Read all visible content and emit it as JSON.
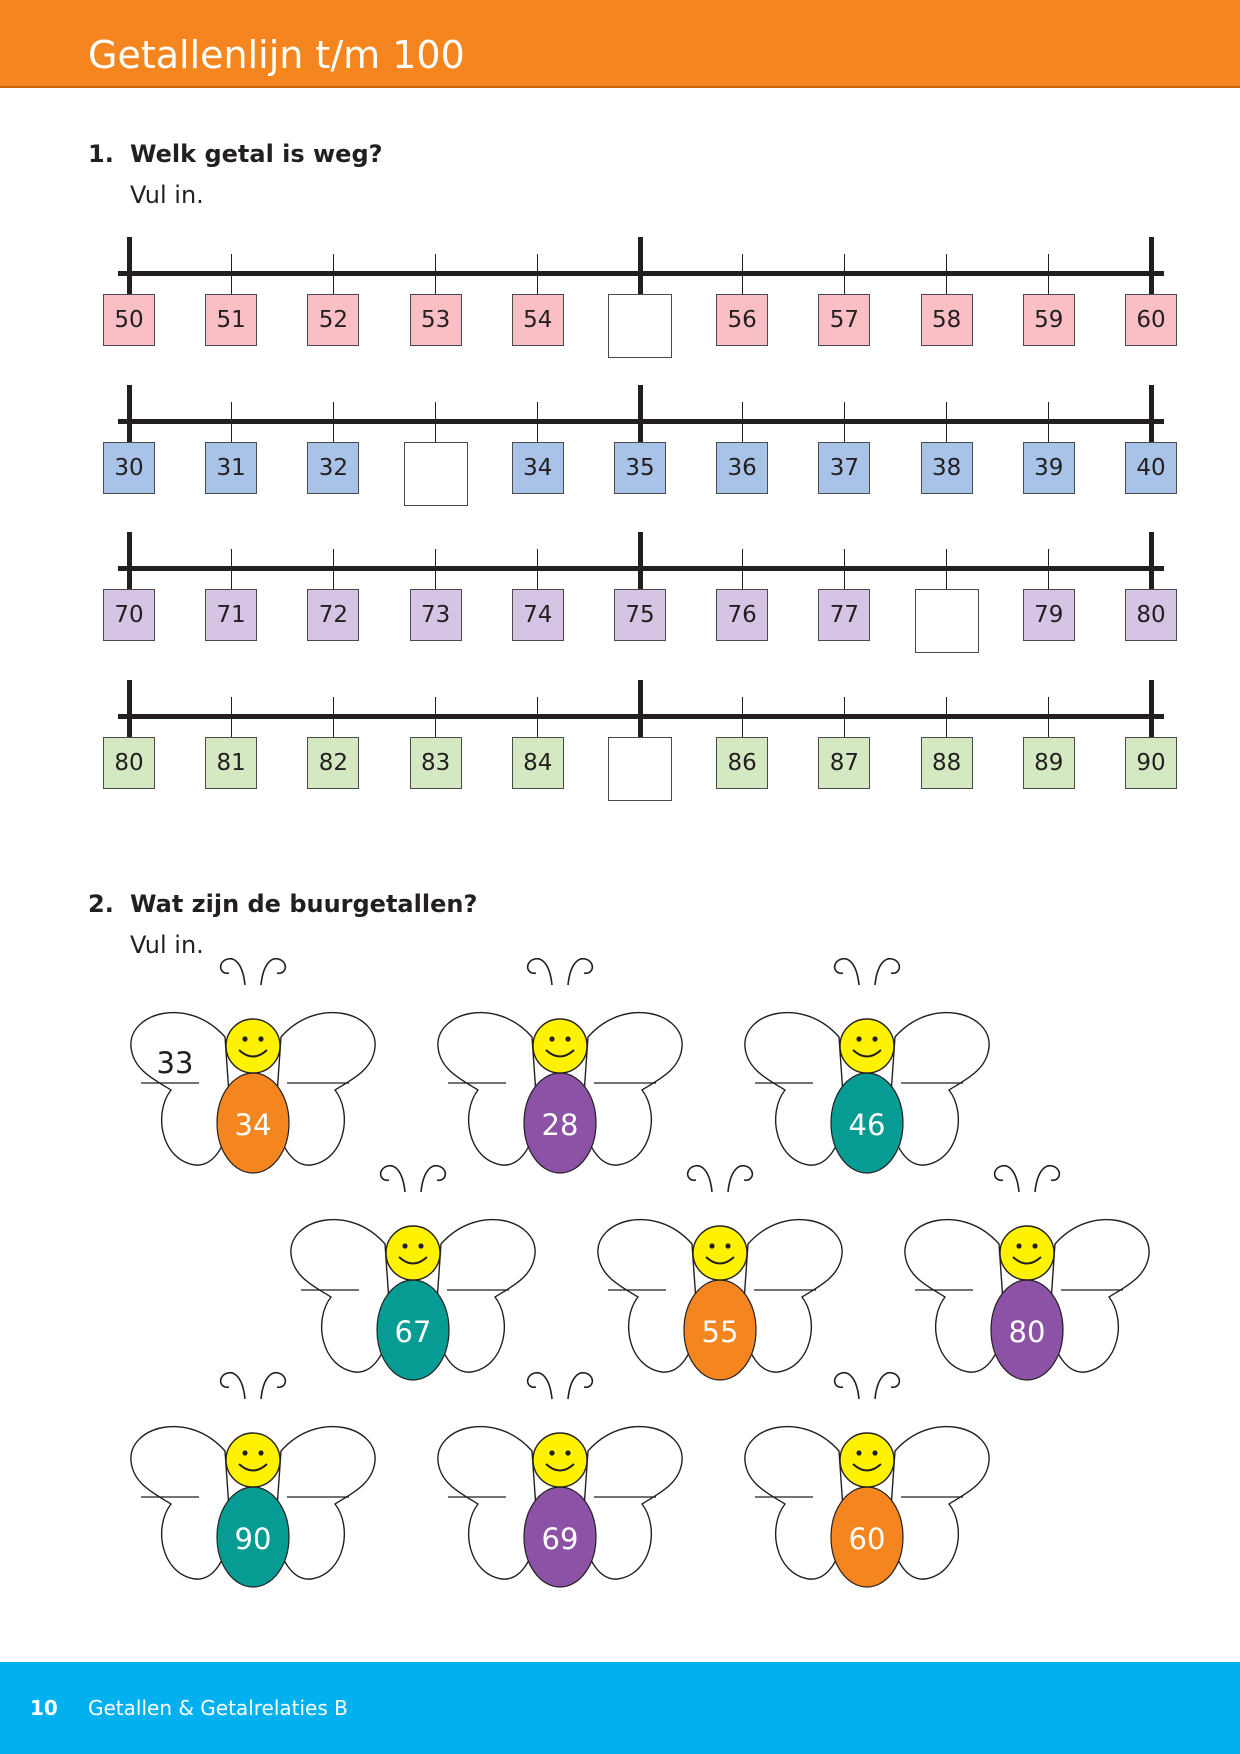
{
  "header": {
    "title": "Getallenlijn t/m 100",
    "color": "#f5861f"
  },
  "q1": {
    "number": "1.",
    "title": "Welk getal is weg?",
    "subtitle": "Vul in.",
    "lines": [
      {
        "color": "#f9bfc5",
        "values": [
          "50",
          "51",
          "52",
          "53",
          "54",
          "",
          "56",
          "57",
          "58",
          "59",
          "60"
        ]
      },
      {
        "color": "#a9c3e8",
        "values": [
          "30",
          "31",
          "32",
          "",
          "34",
          "35",
          "36",
          "37",
          "38",
          "39",
          "40"
        ]
      },
      {
        "color": "#d5c4e4",
        "values": [
          "70",
          "71",
          "72",
          "73",
          "74",
          "75",
          "76",
          "77",
          "",
          "79",
          "80"
        ]
      },
      {
        "color": "#d4e9c1",
        "values": [
          "80",
          "81",
          "82",
          "83",
          "84",
          "",
          "86",
          "87",
          "88",
          "89",
          "90"
        ]
      }
    ]
  },
  "q2": {
    "number": "2.",
    "title": "Wat zijn de buurgetallen?",
    "subtitle": "Vul in.",
    "butterflies": [
      {
        "value": "34",
        "before": "33",
        "color": "#f5861f"
      },
      {
        "value": "28",
        "before": "",
        "color": "#8c52a6"
      },
      {
        "value": "46",
        "before": "",
        "color": "#079c93"
      },
      {
        "value": "67",
        "before": "",
        "color": "#079c93"
      },
      {
        "value": "55",
        "before": "",
        "color": "#f5861f"
      },
      {
        "value": "80",
        "before": "",
        "color": "#8c52a6"
      },
      {
        "value": "90",
        "before": "",
        "color": "#079c93"
      },
      {
        "value": "69",
        "before": "",
        "color": "#8c52a6"
      },
      {
        "value": "60",
        "before": "",
        "color": "#f5861f"
      }
    ]
  },
  "footer": {
    "page": "10",
    "title": "Getallen & Getalrelaties B",
    "color": "#00b0ef"
  }
}
